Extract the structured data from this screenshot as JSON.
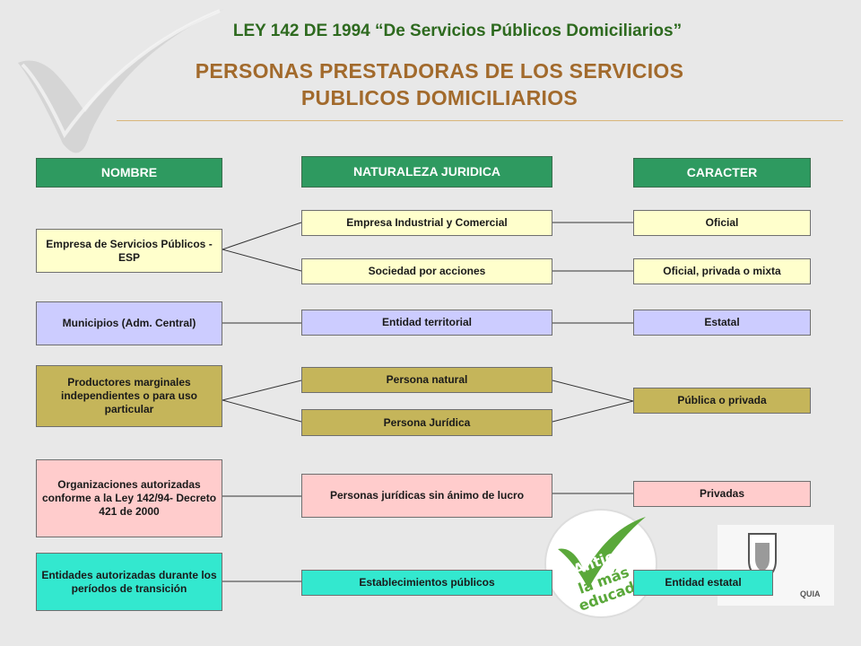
{
  "header": {
    "law_title": "LEY 142 DE 1994 “De Servicios Públicos Domiciliarios”",
    "main_title_line1": "PERSONAS PRESTADORAS DE LOS SERVICIOS",
    "main_title_line2": "PUBLICOS DOMICILIARIOS"
  },
  "columns": {
    "nombre": "NOMBRE",
    "naturaleza": "NATURALEZA JURIDICA",
    "caracter": "CARACTER"
  },
  "nombres": [
    "Empresa de Servicios Públicos - ESP",
    "Municipios (Adm. Central)",
    "Productores marginales independientes o para uso particular",
    "Organizaciones autorizadas conforme a la Ley 142/94- Decreto 421 de 2000",
    "Entidades autorizadas durante los períodos de transición"
  ],
  "naturalezas": [
    "Empresa Industrial y Comercial",
    "Sociedad por acciones",
    "Entidad territorial",
    "Persona natural",
    "Persona Jurídica",
    "Personas jurídicas sin ánimo de lucro",
    "Establecimientos públicos"
  ],
  "caracteres": [
    "Oficial",
    "Oficial, privada o mixta",
    "Estatal",
    "Pública o privada",
    "Privadas",
    "Entidad estatal"
  ],
  "logo": {
    "line1": "Antioquia",
    "line2": "la más",
    "line3": "educada",
    "partial": "QUIA"
  },
  "colors": {
    "header_green": "#2e9a60",
    "title_brown": "#a26a2c",
    "law_green": "#2e6a1f",
    "yellow": "#ffffcc",
    "lavender": "#ccccff",
    "olive": "#c5b55a",
    "pink": "#ffcccc",
    "cyan": "#33e8cf"
  }
}
